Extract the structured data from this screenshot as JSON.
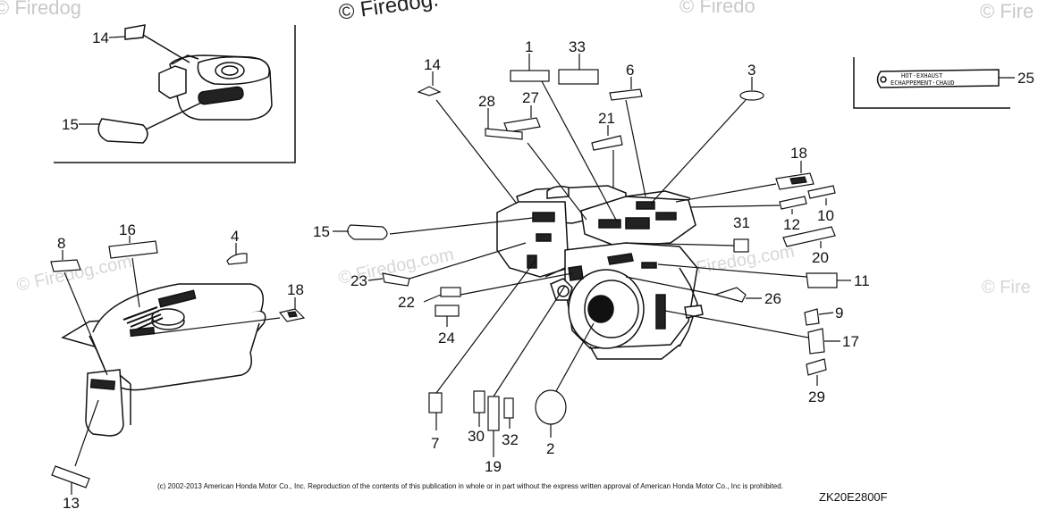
{
  "watermarks": {
    "top_left": "© Firedog",
    "top_center": "© Firedog.",
    "top_right": "© Firedo",
    "top_far_right": "© Fire",
    "mid_left": "© Firedog.com",
    "mid_center": "© Firedog.com",
    "mid_right": "© Firedog.com",
    "mid_far_right": "© Fire"
  },
  "callouts": {
    "c1": "1",
    "c2": "2",
    "c3": "3",
    "c4": "4",
    "c6": "6",
    "c7": "7",
    "c8": "8",
    "c9": "9",
    "c10": "10",
    "c11": "11",
    "c12": "12",
    "c13": "13",
    "c14a": "14",
    "c14b": "14",
    "c15a": "15",
    "c15b": "15",
    "c16": "16",
    "c17": "17",
    "c18a": "18",
    "c18b": "18",
    "c19": "19",
    "c20": "20",
    "c21": "21",
    "c22": "22",
    "c23": "23",
    "c24": "24",
    "c25": "25",
    "c26": "26",
    "c27": "27",
    "c28": "28",
    "c29": "29",
    "c30": "30",
    "c31": "31",
    "c32": "32",
    "c33": "33"
  },
  "label_25": {
    "line1": "HOT·EXHAUST",
    "line2": "ECHAPPEMENT·CHAUD"
  },
  "copyright": "(c) 2002-2013 American Honda Motor Co., Inc. Reproduction of the contents of this publication in whole or in part without the express written approval of American Honda Motor Co., Inc is prohibited.",
  "diagram_code": "ZK20E2800F"
}
